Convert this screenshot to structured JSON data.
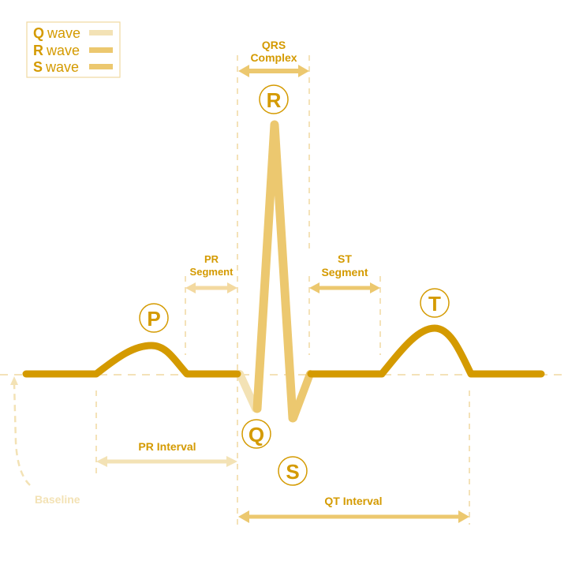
{
  "colors": {
    "main": "#d49a00",
    "label": "#d49a00",
    "q_wave": "#f3e2b5",
    "r_wave": "#ecc86f",
    "s_wave": "#ecc86f",
    "segment_arrow": "#ecc86f",
    "pr_arrow": "#f3e2b5",
    "guide": "#f0d9a0",
    "baseline_label": "#f3e2b5"
  },
  "legend": {
    "items": [
      {
        "letter": "Q",
        "label": "wave",
        "color": "#f3e2b5"
      },
      {
        "letter": "R",
        "label": "wave",
        "color": "#ecc86f"
      },
      {
        "letter": "S",
        "label": "wave",
        "color": "#ecc86f"
      }
    ]
  },
  "waves": {
    "P": "P",
    "Q": "Q",
    "R": "R",
    "S": "S",
    "T": "T"
  },
  "labels": {
    "qrs_line1": "QRS",
    "qrs_line2": "Complex",
    "pr_seg_line1": "PR",
    "pr_seg_line2": "Segment",
    "st_seg_line1": "ST",
    "st_seg_line2": "Segment",
    "pr_interval": "PR Interval",
    "qt_interval": "QT Interval",
    "baseline": "Baseline"
  }
}
